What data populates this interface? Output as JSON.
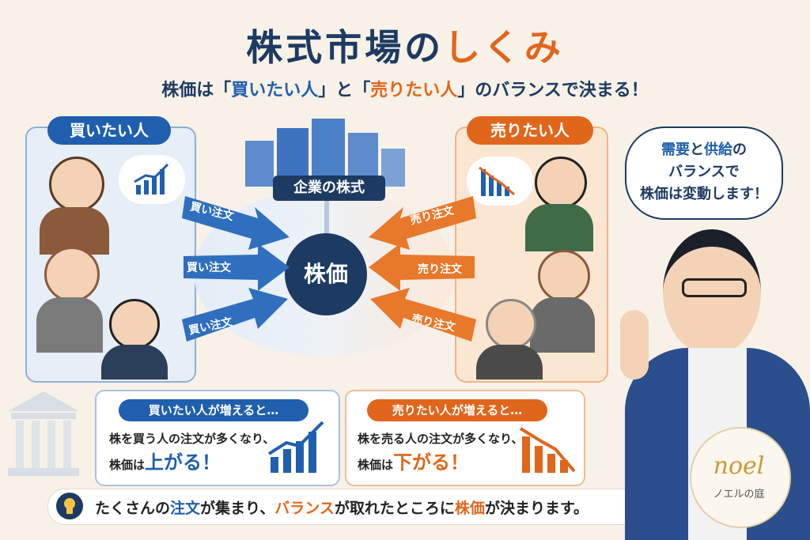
{
  "title": {
    "main": "株式市場の",
    "highlight": "しくみ"
  },
  "subtitle": {
    "p1": "株価は「",
    "buy": "買いたい人",
    "p2": "」と「",
    "sell": "売りたい人",
    "p3": "」のバランスで決まる！"
  },
  "buyers": {
    "label": "買いたい人"
  },
  "sellers": {
    "label": "売りたい人"
  },
  "center": {
    "stock_label": "企業の株式",
    "price_label": "株価"
  },
  "buy_orders": [
    "買い注文",
    "買い注文",
    "買い注文"
  ],
  "sell_orders": [
    "売り注文",
    "売り注文",
    "売り注文"
  ],
  "buy_box": {
    "tag": "買いたい人が増えると…",
    "line1": "株を買う人の注文が多くなり、",
    "line2_a": "株価は",
    "line2_b": "上がる！"
  },
  "sell_box": {
    "tag": "売りたい人が増えると…",
    "line1": "株を売る人の注文が多くなり、",
    "line2_a": "株価は",
    "line2_b": "下がる！"
  },
  "bottom": {
    "t1": "たくさんの",
    "t2": "注文",
    "t3": "が集まり、",
    "t4": "バランス",
    "t5": "が取れたところに",
    "t6": "株価",
    "t7": "が決まります。"
  },
  "bubble": {
    "l1a": "需要",
    "l1b": "と",
    "l1c": "供給",
    "l1d": "の",
    "l2": "バランスで",
    "l3": "株価は変動します！"
  },
  "logo": {
    "script": "noel",
    "sub": "ノエルの庭"
  },
  "colors": {
    "navy": "#1d3a62",
    "blue": "#1f5fae",
    "orange": "#e0661c"
  },
  "icons": [
    "chart-up-icon",
    "chart-down-icon",
    "building-icon",
    "lightbulb-icon",
    "bank-icon"
  ]
}
